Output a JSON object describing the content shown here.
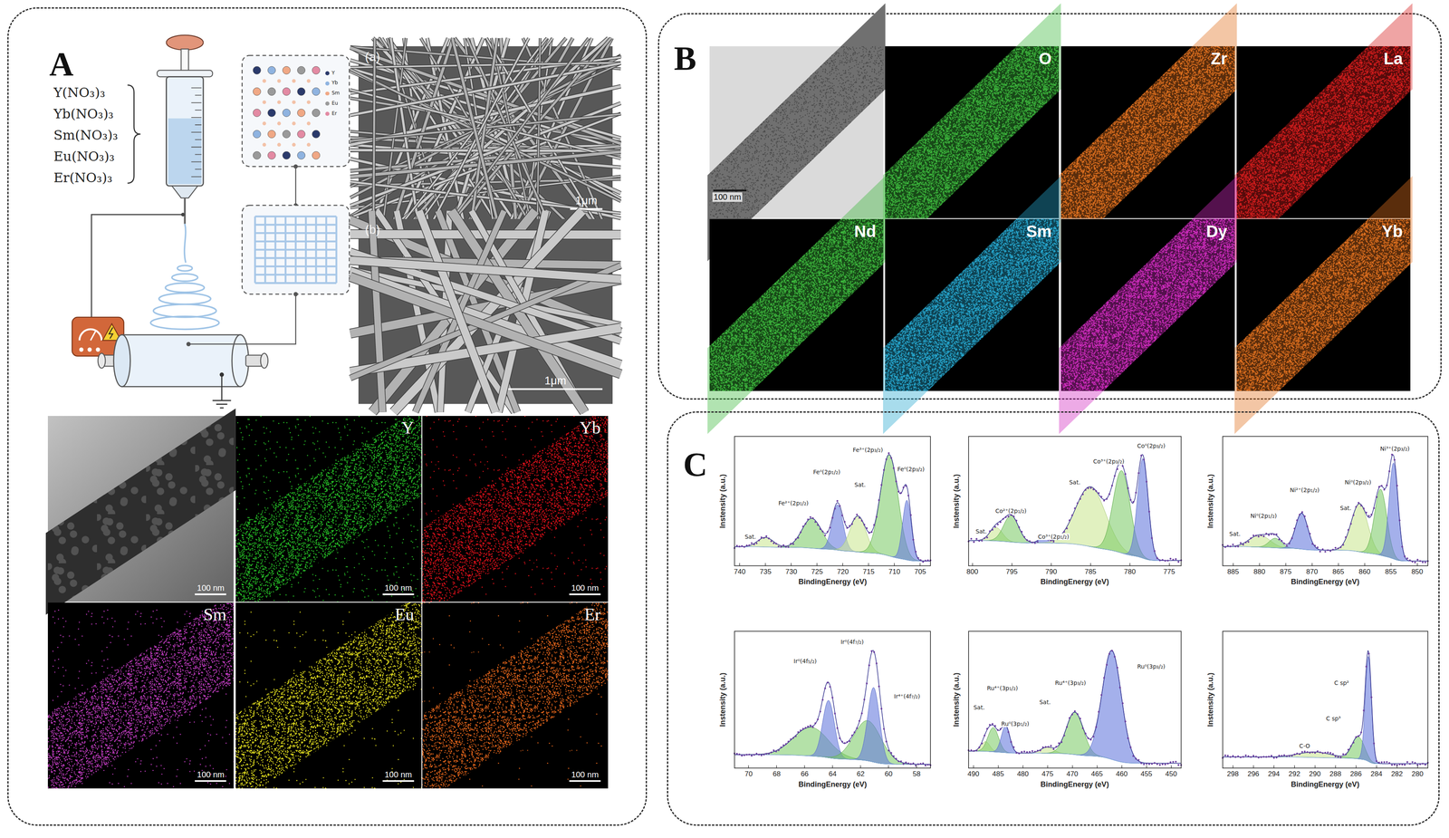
{
  "diagram": {
    "nodes": [
      {
        "text": [
          "A"
        ]
      },
      {
        "text": [
          "(a)",
          "1μm"
        ],
        "in": 0
      },
      {
        "text": [
          "(b)",
          "1μm"
        ],
        "in": 0
      },
      {
        "text": [
          "100 nm"
        ],
        "in": 0
      },
      {
        "text": [
          "Y",
          "100 nm"
        ],
        "in": 0
      },
      {
        "text": [
          "Yb",
          "100 nm"
        ],
        "in": 0
      },
      {
        "text": [
          "Sm",
          "100 nm"
        ],
        "in": 0
      },
      {
        "text": [
          "Eu",
          "100 nm"
        ],
        "in": 0
      },
      {
        "text": [
          "Er",
          "100 nm"
        ],
        "in": 0
      },
      {
        "text": [
          "B"
        ]
      },
      {
        "text": [
          "100 nm"
        ],
        "in": 9
      },
      {
        "text": [
          "O"
        ],
        "in": 9
      },
      {
        "text": [
          "Zr"
        ],
        "in": 9
      },
      {
        "text": [
          "La"
        ],
        "in": 9
      },
      {
        "text": [
          "Nd"
        ],
        "in": 9
      },
      {
        "text": [
          "Sm"
        ],
        "in": 9
      },
      {
        "text": [
          "Dy"
        ],
        "in": 9
      },
      {
        "text": [
          "Yb"
        ],
        "in": 9
      },
      {
        "text": [
          "C"
        ]
      },
      {
        "text": [
          "Instensity (a.u.)",
          "BindingEnergy (eV)",
          "740",
          "735",
          "730",
          "725",
          "720",
          "715",
          "710",
          "705",
          "Sat.",
          "Fe²⁺(2p₁/₂)",
          "Fe⁰(2p₁/₂)",
          "Sat.",
          "Fe³⁺(2p₃/₂)",
          "Fe⁰(2p₃/₂)"
        ],
        "in": 18
      },
      {
        "text": [
          "Instensity (a.u.)",
          "BindingEnergy (eV)",
          "800",
          "795",
          "790",
          "785",
          "780",
          "775",
          "Sat.",
          "Co²⁺(2p₁/₂)",
          "Co³⁺(2p₁/₂)",
          "Sat.",
          "Co³⁺(2p₃/₂)",
          "Co⁰(2p₃/₂)"
        ],
        "in": 18
      },
      {
        "text": [
          "Instensity (a.u.)",
          "BindingEnergy (eV)",
          "885",
          "880",
          "875",
          "870",
          "865",
          "860",
          "855",
          "850",
          "Sat.",
          "Ni⁰(2p₁/₂)",
          "Ni²⁺(2p₁/₂)",
          "Sat.",
          "Ni⁰(2p₃/₂)",
          "Ni³⁺(2p₃/₂)"
        ],
        "in": 18
      },
      {
        "text": [
          "Instensity (a.u.)",
          "BindingEnergy (eV)",
          "70",
          "68",
          "66",
          "64",
          "62",
          "60",
          "58",
          "Ir⁰(4f₅/₂)",
          "Ir⁰(4f₇/₂)",
          "Ir⁴⁺(4f₇/₂)"
        ],
        "in": 18
      },
      {
        "text": [
          "Instensity (a.u.)",
          "BindingEnergy (eV)",
          "490",
          "485",
          "480",
          "475",
          "470",
          "465",
          "460",
          "455",
          "450",
          "Sat.",
          "Ru⁴⁺(3p₁/₂)",
          "Ru⁰(3p₁/₂)",
          "Sat.",
          "Ru⁴⁺(3p₃/₂)",
          "Ru⁰(3p₃/₂)"
        ],
        "in": 18
      },
      {
        "text": [
          "Instensity (a.u.)",
          "BindingEnergy (eV)",
          "298",
          "296",
          "294",
          "292",
          "290",
          "288",
          "286",
          "284",
          "282",
          "280",
          "C sp²",
          "C sp³",
          "C-O"
        ],
        "in": 18
      }
    ],
    "labels": [
      "Y(NO₃)₃",
      "Yb(NO₃)₃",
      "Sm(NO₃)₃",
      "Eu(NO₃)₃",
      "Er(NO₃)₃"
    ],
    "legend": [
      {
        "text": "Y",
        "color": "#2b3a6b"
      },
      {
        "text": "Yb",
        "color": "#8fb3e0"
      },
      {
        "text": "Sm",
        "color": "#f0a885"
      },
      {
        "text": "Eu",
        "color": "#9a9a9a"
      },
      {
        "text": "Er",
        "color": "#e38aa3"
      }
    ]
  }
}
